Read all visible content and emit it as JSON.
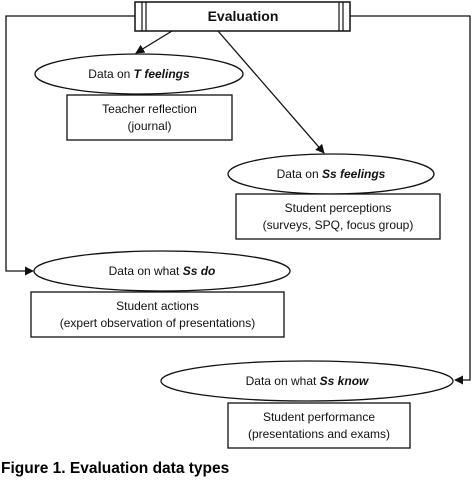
{
  "diagram": {
    "title": "Evaluation",
    "nodes": [
      {
        "id": "t-feelings",
        "ellipse": {
          "prefix": "Data on ",
          "emph": "T feelings"
        },
        "box": [
          "Teacher reflection",
          "(journal)"
        ]
      },
      {
        "id": "ss-feelings",
        "ellipse": {
          "prefix": "Data on ",
          "emph": "Ss feelings"
        },
        "box": [
          "Student perceptions",
          "(surveys, SPQ, focus group)"
        ]
      },
      {
        "id": "ss-do",
        "ellipse": {
          "prefix": "Data on what ",
          "emph": "Ss do"
        },
        "box": [
          "Student actions",
          "(expert observation of presentations)"
        ]
      },
      {
        "id": "ss-know",
        "ellipse": {
          "prefix": "Data on what ",
          "emph": "Ss know"
        },
        "box": [
          "Student performance",
          "(presentations and exams)"
        ]
      }
    ]
  },
  "caption": "Figure 1. Evaluation data types"
}
